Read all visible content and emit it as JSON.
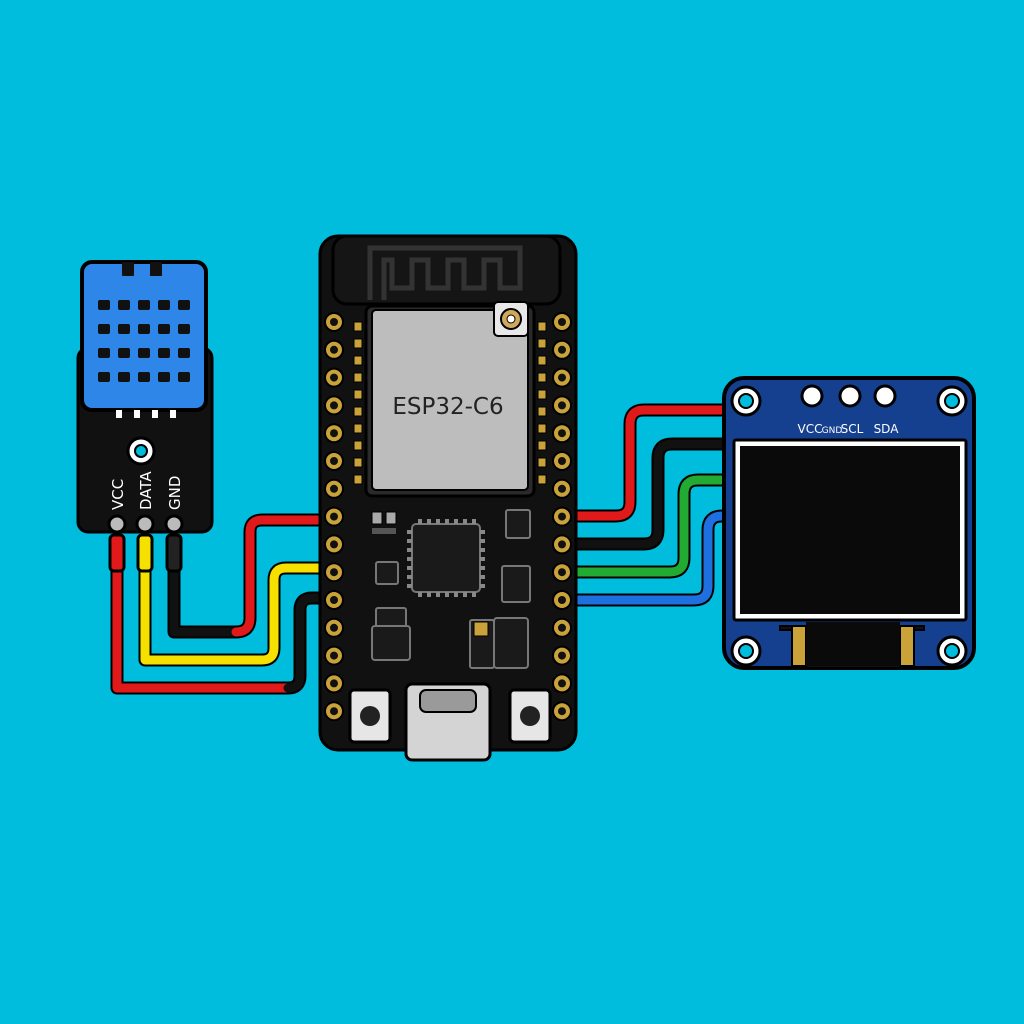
{
  "colors": {
    "background": "#00BCDD",
    "board": "#111111",
    "sensor_body": "#2E86E8",
    "oled_pcb": "#15408F",
    "wire_vcc": "#E01A1A",
    "wire_data": "#F5E000",
    "wire_gnd": "#111111",
    "wire_scl": "#22AA33",
    "wire_sda": "#1E6FE0",
    "pad_gold": "#C9A23A",
    "shield": "#BDBDBD"
  },
  "sensor": {
    "pin_vcc": "VCC",
    "pin_data": "DATA",
    "pin_gnd": "GND"
  },
  "board": {
    "module_label": "ESP32-C6"
  },
  "oled": {
    "pin_vcc": "VCC",
    "pin_gnd": "GND",
    "pin_scl": "SCL",
    "pin_sda": "SDA"
  },
  "icons": [
    "antenna-icon",
    "ufl-connector-icon",
    "usb-c-port-icon",
    "button-icon",
    "mounting-hole-icon"
  ]
}
